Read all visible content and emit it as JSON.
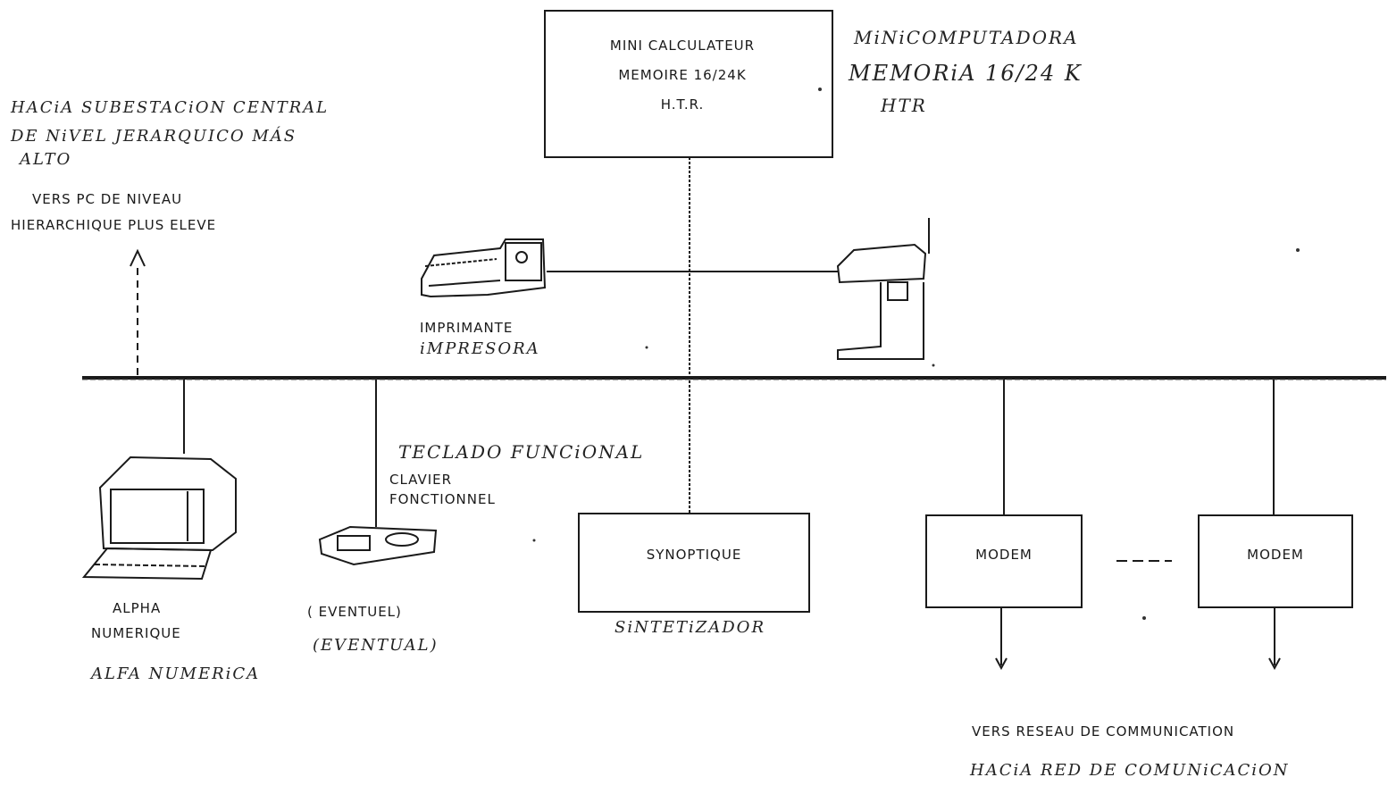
{
  "mini_computer": {
    "line1": "MINI CALCULATEUR",
    "line2": "MEMOIRE 16/24K",
    "line3": "H.T.R."
  },
  "mini_computer_es": {
    "line1": "MiNiCOMPUTADORA",
    "line2": "MEMORiA 16/24 K",
    "line3": "HTR"
  },
  "uplink": {
    "es_line1": "HACiA SUBESTACiON CENTRAL",
    "es_line2": "DE NiVEL JERARQUICO MÁS",
    "es_line3": "ALTO",
    "fr_line1": "VERS PC DE NIVEAU",
    "fr_line2": "HIERARCHIQUE PLUS ELEVE",
    "arrow_glyph": "A"
  },
  "printer": {
    "fr": "IMPRIMANTE",
    "es": "iMPRESORA"
  },
  "keyboard": {
    "es": "TECLADO FUNCiONAL",
    "fr_line1": "CLAVIER",
    "fr_line2": "FONCTIONNEL",
    "optional_fr": "( EVENTUEL)",
    "optional_es": "(EVENTUAL)"
  },
  "terminal": {
    "fr_line1": "ALPHA",
    "fr_line2": "NUMERIQUE",
    "es": "ALFA NUMERiCA"
  },
  "synoptic": {
    "fr": "SYNOPTIQUE",
    "es": "SiNTETiZADOR"
  },
  "modems": [
    {
      "label": "MODEM"
    },
    {
      "label": "MODEM"
    }
  ],
  "network": {
    "fr": "VERS RESEAU DE COMMUNICATION",
    "es": "HACiA RED DE COMUNiCACiON"
  },
  "colors": {
    "ink": "#1a1a1a",
    "paper": "#ffffff"
  },
  "icons": [
    "printer-icon",
    "teleprinter-icon",
    "terminal-icon",
    "keyboard-icon",
    "arrow-up-icon",
    "arrow-down-icon"
  ]
}
